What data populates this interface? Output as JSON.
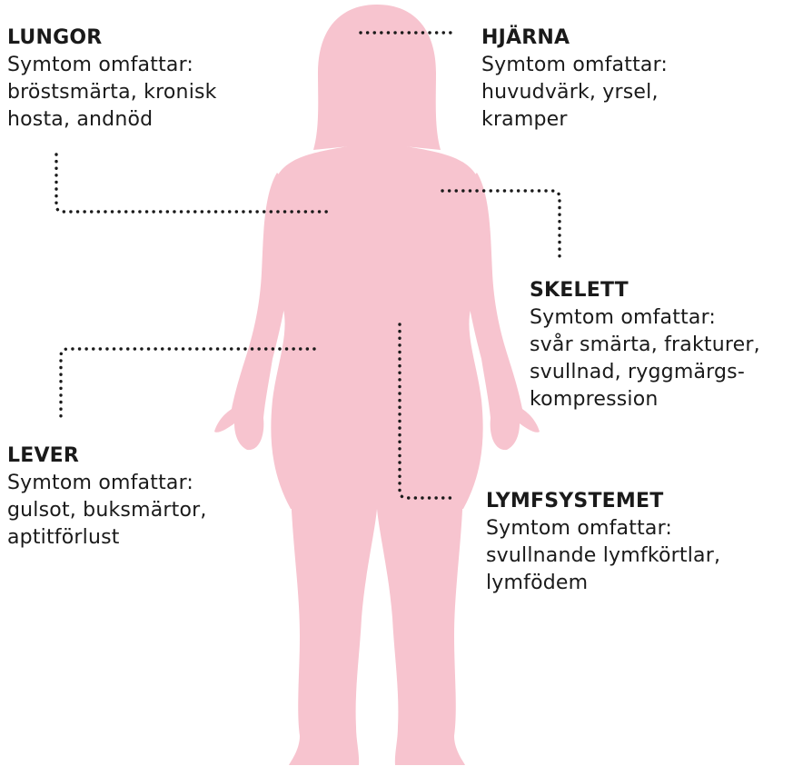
{
  "colors": {
    "body_fill": "#f7c4cf",
    "leader_dots": "#1a1a1a",
    "text": "#1a1a1a"
  },
  "callouts": {
    "lungor": {
      "title": "LUNGOR",
      "intro": "Symtom omfattar:",
      "lines": [
        "bröstsmärta, kronisk",
        "hosta, andnöd"
      ]
    },
    "hjarna": {
      "title": "HJÄRNA",
      "intro": "Symtom omfattar:",
      "lines": [
        "huvudvärk, yrsel,",
        "kramper"
      ]
    },
    "skelett": {
      "title": "SKELETT",
      "intro": "Symtom omfattar:",
      "lines": [
        "svår smärta, frakturer,",
        "svullnad, ryggmärgs-",
        "kompression"
      ]
    },
    "lever": {
      "title": "LEVER",
      "intro": "Symtom omfattar:",
      "lines": [
        "gulsot, buksmärtor,",
        "aptitförlust"
      ]
    },
    "lymf": {
      "title": "LYMFSYSTEMET",
      "intro": "Symtom omfattar:",
      "lines": [
        "svullnande lymfkörtlar,",
        "lymfödem"
      ]
    }
  }
}
